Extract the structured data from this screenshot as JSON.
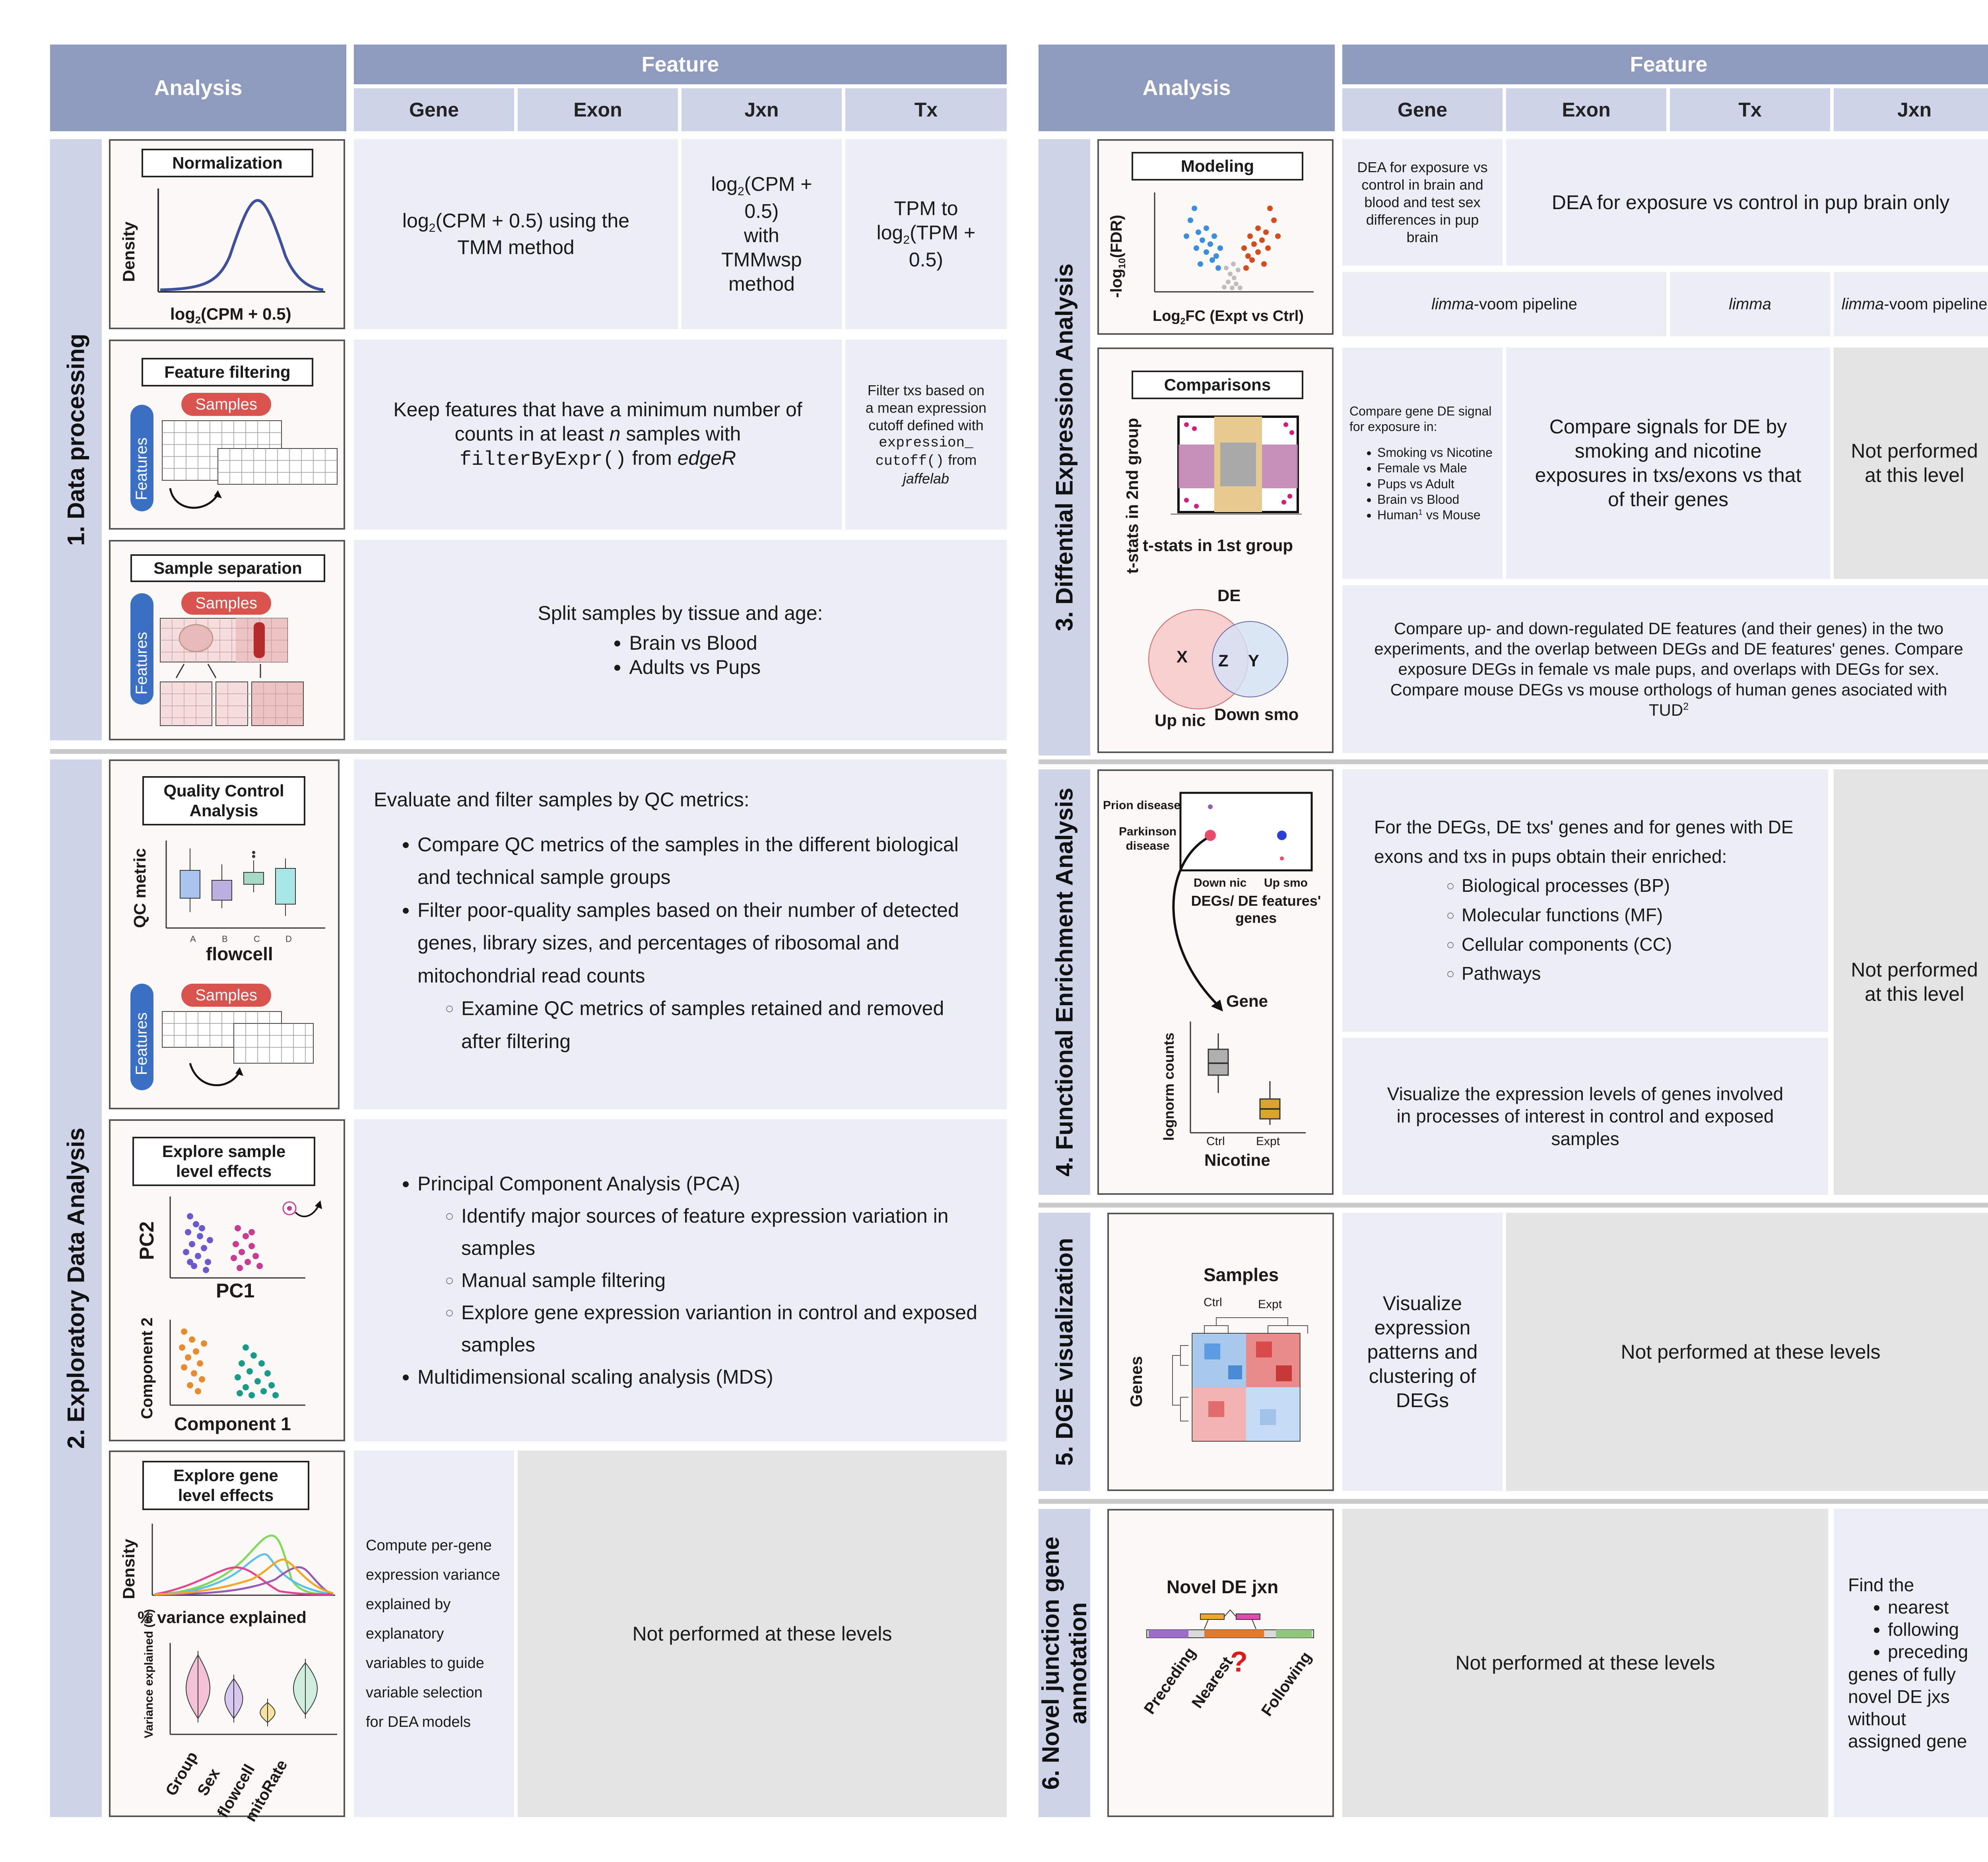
{
  "left": {
    "header": {
      "analysis": "Analysis",
      "feature": "Feature",
      "cols": [
        "Gene",
        "Exon",
        "Jxn",
        "Tx"
      ]
    },
    "sections": [
      {
        "label": "1.  Data processing",
        "icons": {
          "normalization": {
            "title": "Normalization",
            "ylabel": "Density",
            "xlabel": "log2(CPM + 0.5)"
          },
          "filtering": {
            "title": "Feature filtering",
            "samples": "Samples",
            "features": "Features"
          },
          "separation": {
            "title": "Sample separation",
            "samples": "Samples",
            "features": "Features"
          }
        },
        "cells": {
          "norm_gene_exon_a": "log2(CPM + 0.5) using the",
          "norm_gene_exon_b": "TMM method",
          "norm_jxn_a": "log2(CPM + 0.5)",
          "norm_jxn_b": "with",
          "norm_jxn_c": "TMMwsp method",
          "norm_tx_a": "TPM to",
          "norm_tx_b": "log2(TPM + 0.5)",
          "filt_a": "Keep features that have a minimum number of",
          "filt_b1": "counts in at least ",
          "filt_b_n": "n",
          "filt_b2": " samples with",
          "filt_c_code": "filterByExpr()",
          "filt_c_from": " from ",
          "filt_c_pkg": "edgeR",
          "filt_tx_1": "Filter txs based on",
          "filt_tx_2": "a mean  expression",
          "filt_tx_3": "cutoff defined with",
          "filt_tx_4": "expression_",
          "filt_tx_5": "cutoff()",
          "filt_tx_5b": " from",
          "filt_tx_6": "jaffelab",
          "sep_title": "Split samples by tissue and age:",
          "sep_items": [
            "Brain vs Blood",
            "Adults vs Pups"
          ]
        }
      },
      {
        "label": "2. Exploratory Data Analysis",
        "icons": {
          "qc": {
            "title_a": "Quality Control",
            "title_b": "Analysis",
            "ylabel": "QC metric",
            "xlabel": "flowcell",
            "cats": [
              "A",
              "B",
              "C",
              "D"
            ],
            "samples": "Samples",
            "features": "Features"
          },
          "sample_effects": {
            "title_a": "Explore sample",
            "title_b": "level effects",
            "pc2": "PC2",
            "pc1": "PC1",
            "comp2": "Component 2",
            "comp1": "Component 1"
          },
          "gene_effects": {
            "title_a": "Explore gene",
            "title_b": "level effects",
            "ylabel": "Density",
            "xlabel": "% variance explained",
            "ylabel2": "Variance explained (%)",
            "cats": [
              "Group",
              "Sex",
              "flowcell",
              "mitoRate"
            ]
          }
        },
        "cells": {
          "qc_title": "Evaluate and filter samples by QC metrics:",
          "qc_b1": "Compare QC metrics of the samples in the different biological and technical sample groups",
          "qc_b2": "Filter poor-quality samples based on their number of detected genes, library sizes, and percentages of ribosomal and mitochondrial read counts",
          "qc_b2_sub": "Examine QC metrics of samples retained and removed after filtering",
          "pca_b1": "Principal Component Analysis (PCA)",
          "pca_sub1": "Identify major sources of feature expression variation in samples",
          "pca_sub2": "Manual sample filtering",
          "pca_sub3": "Explore gene expression variantion in control and exposed samples",
          "pca_b2": "Multidimensional scaling analysis (MDS)",
          "gene_var": "Compute per-gene expression variance explained by explanatory variables to guide variable selection for DEA models",
          "not_performed": "Not performed at these levels"
        }
      }
    ]
  },
  "right": {
    "header": {
      "analysis": "Analysis",
      "feature": "Feature",
      "cols": [
        "Gene",
        "Exon",
        "Tx",
        "Jxn"
      ]
    },
    "sections": [
      {
        "label": "3. Diffential Expression Analysis",
        "icons": {
          "modeling": {
            "title": "Modeling",
            "ylabel": "-log10(FDR)",
            "xlabel": "Log2FC (Expt vs Ctrl)"
          },
          "comparisons": {
            "title": "Comparisons",
            "ylabel": "t-stats in 2nd group",
            "xlabel": "t-stats in 1st group",
            "de": "DE",
            "x": "X",
            "z": "Z",
            "y": "Y",
            "upnic": "Up nic",
            "downsmo": "Down smo"
          }
        },
        "cells": {
          "dea_gene": "DEA for exposure vs control in brain and blood and test sex differences in pup brain",
          "dea_rest": "DEA for exposure vs control in pup brain only",
          "pipe_a_it": "limma",
          "pipe_a": "-voom pipeline",
          "pipe_tx": "limma",
          "pipe_jxn_it": "limma",
          "pipe_jxn": "-voom pipeline",
          "cmp_gene_title": "Compare gene DE signal for exposure in:",
          "cmp_gene_items": [
            "Smoking vs Nicotine",
            "Female vs Male",
            "Pups vs Adult",
            "Brain vs Blood"
          ],
          "cmp_gene_last_a": "Human",
          "cmp_gene_last_sup": "1",
          "cmp_gene_last_b": " vs Mouse",
          "cmp_exon_tx": "Compare signals for DE by smoking and nicotine exposures in txs/exons vs that of their genes",
          "cmp_jxn": "Not performed at this level",
          "cmp_all_a": "Compare up- and down-regulated DE features (and their genes) in the two experiments, and the overlap between DEGs and DE features' genes. Compare exposure DEGs in female vs male pups, and overlaps with DEGs for sex. Compare mouse DEGs vs mouse orthologs of human genes asociated with TUD",
          "cmp_all_sup": "2"
        }
      },
      {
        "label": "4. Functional Enrichment Analysis",
        "icons": {
          "fea": {
            "prion": "Prion disease",
            "park_a": "Parkinson",
            "park_b": "disease",
            "downnic": "Down nic",
            "upsmo": "Up smo",
            "genes_a": "DEGs/ DE features'",
            "genes_b": "genes",
            "gene": "Gene",
            "ylabel": "lognorm counts",
            "ctrl": "Ctrl",
            "expt": "Expt",
            "nicotine": "Nicotine"
          }
        },
        "cells": {
          "fea_intro": "For the DEGs, DE txs' genes and for genes with DE exons and txs in pups obtain their enriched:",
          "fea_items": [
            "Biological processes (BP)",
            "Molecular functions (MF)",
            "Cellular components (CC)",
            "Pathways"
          ],
          "fea_viz": "Visualize the expression levels of genes involved in processes of interest in control and exposed samples",
          "fea_jxn": "Not performed at this level"
        }
      },
      {
        "label": "5. DGE visualization",
        "icons": {
          "heat": {
            "title": "Samples",
            "ctrl": "Ctrl",
            "expt": "Expt",
            "genes": "Genes"
          }
        },
        "cells": {
          "viz_gene": "Visualize expression patterns and clustering of DEGs",
          "viz_rest": "Not performed at these levels"
        }
      },
      {
        "label": "6. Novel junction gene annotation",
        "icons": {
          "jxn": {
            "title": "Novel DE jxn",
            "preceding": "Preceding",
            "nearest": "Nearest",
            "following": "Following",
            "q": "?"
          }
        },
        "cells": {
          "jxn_rest": "Not performed at these levels",
          "jxn_find": "Find the",
          "jxn_items": [
            "nearest",
            "following",
            "preceding"
          ],
          "jxn_tail": "genes of fully novel DE jxs without assigned gene"
        }
      }
    ]
  },
  "colors": {
    "header": "#8f9bbd",
    "subheader": "#cdd4e8",
    "cell": "#eceef6",
    "na": "#e4e4e4",
    "icon_bg": "#fbf9f5",
    "sample_pill": "#d9534f",
    "feature_pill": "#3a6fc4"
  }
}
